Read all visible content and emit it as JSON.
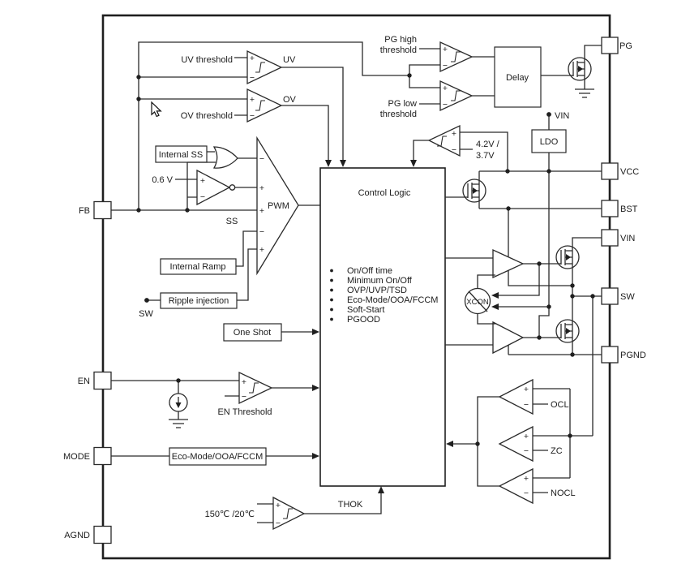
{
  "pins": {
    "left": [
      "FB",
      "EN",
      "MODE",
      "AGND"
    ],
    "right": [
      "PG",
      "VCC",
      "BST",
      "VIN",
      "SW",
      "PGND"
    ]
  },
  "blocks": {
    "control_logic": {
      "title": "Control Logic",
      "bullets": [
        "On/Off time",
        "Minimum On/Off",
        "OVP/UVP/TSD",
        "Eco-Mode/OOA/FCCM",
        "Soft-Start",
        "PGOOD"
      ]
    },
    "internal_ss": "Internal SS",
    "internal_ramp": "Internal Ramp",
    "ripple_injection": "Ripple injection",
    "one_shot": "One Shot",
    "eco_mode": "Eco-Mode/OOA/FCCM",
    "delay": "Delay",
    "ldo": "LDO"
  },
  "labels": {
    "uv_threshold": "UV threshold",
    "ov_threshold": "OV threshold",
    "uv": "UV",
    "ov": "OV",
    "pg_high": [
      "PG high",
      "threshold"
    ],
    "pg_low": [
      "PG low",
      "threshold"
    ],
    "vcc_uvlo": [
      "4.2V /",
      "3.7V"
    ],
    "vin": "VIN",
    "vref": "0.6 V",
    "ss": "SS",
    "pwm": "PWM",
    "sw": "SW",
    "en_threshold": "EN Threshold",
    "temp_threshold": "150℃ /20℃",
    "thok": "THOK",
    "ocl": "OCL",
    "zc": "ZC",
    "nocl": "NOCL",
    "xcon": "XCON"
  },
  "signs": {
    "plus": "+",
    "minus": "−"
  }
}
